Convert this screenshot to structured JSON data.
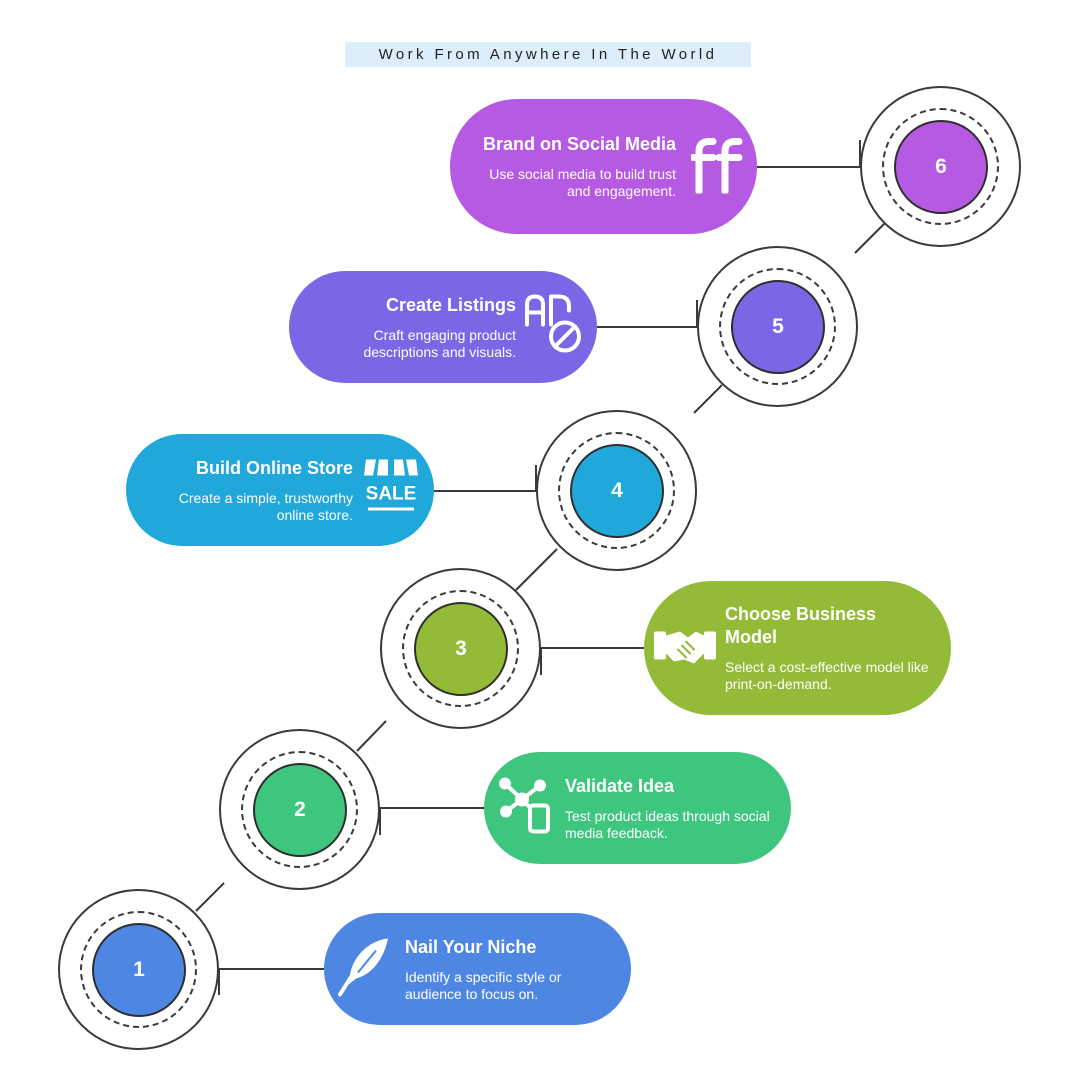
{
  "title": "Work From Anywhere In The World",
  "colors": {
    "blue": "#4e86e4",
    "green": "#3ec57e",
    "olive": "#93bb38",
    "teal": "#1fa8d9",
    "violet": "#7c66e6",
    "purple": "#b65ae4"
  },
  "steps": [
    {
      "number": "1",
      "title": "Nail Your Niche",
      "description": "Identify a specific style or audience to focus on.",
      "icon": "quill-pen-icon"
    },
    {
      "number": "2",
      "title": "Validate Idea",
      "description": "Test product ideas through social media feedback.",
      "icon": "network-phone-icon"
    },
    {
      "number": "3",
      "title": "Choose Business Model",
      "description": "Select a cost-effective model like print-on-demand.",
      "icon": "handshake-icon"
    },
    {
      "number": "4",
      "title": "Build Online Store",
      "description": "Create a simple, trustworthy online store.",
      "icon": "sale-storefront-icon"
    },
    {
      "number": "5",
      "title": "Create Listings",
      "description": "Craft engaging product descriptions and visuals.",
      "icon": "ad-block-icon"
    },
    {
      "number": "6",
      "title": "Brand on Social Media",
      "description": "Use social media to build trust and engagement.",
      "icon": "ff-logo-icon"
    }
  ]
}
